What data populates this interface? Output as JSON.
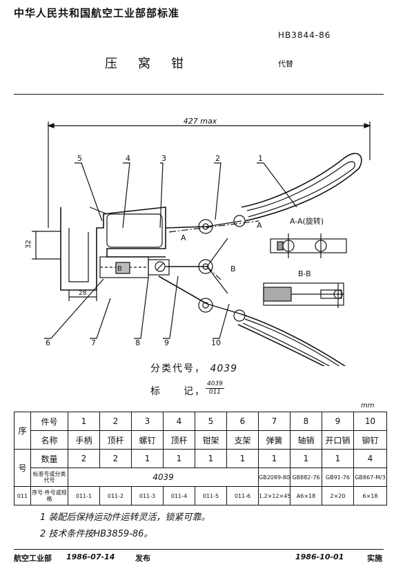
{
  "header": {
    "title": "中华人民共和国航空工业部部标准",
    "code": "HB3844-86",
    "name": "压窝钳",
    "replaces": "代替"
  },
  "drawing": {
    "overall_dim": "427 max",
    "dim_32": "32",
    "dim_28": "28",
    "section_A_left": "A",
    "section_A_right": "A",
    "section_B": "B",
    "section_B_label": "B",
    "view_AA": "A-A(旋转)",
    "view_BB": "B-B",
    "callouts_top": [
      "5",
      "4",
      "3",
      "2",
      "1"
    ],
    "callouts_bottom": [
      "6",
      "7",
      "8",
      "9",
      "10"
    ]
  },
  "classification": {
    "code_label": "分类代号",
    "code_value": "4039",
    "marking_label": "标　　记",
    "marking_num": "4039",
    "marking_den": "011"
  },
  "unit": "mm",
  "table": {
    "col_seq_label": "序",
    "col_no_label": "号",
    "row_part_no": "件号",
    "row_name": "名称",
    "row_qty": "数量",
    "row_std": "标准号或分类代号",
    "row_seq_no": "011",
    "row_seq_label": "序号·件号或规格",
    "part_numbers": [
      "1",
      "2",
      "3",
      "4",
      "5",
      "6",
      "7",
      "8",
      "9",
      "10"
    ],
    "names": [
      "手柄",
      "顶杆",
      "螺钉",
      "顶杆",
      "钳架",
      "支架",
      "弹簧",
      "轴销",
      "开口销",
      "铆钉"
    ],
    "quantities": [
      "2",
      "2",
      "1",
      "1",
      "1",
      "1",
      "1",
      "1",
      "1",
      "4"
    ],
    "std_shared": "4039",
    "std_codes": [
      "GB2089-80",
      "GB882-76",
      "GB91-76",
      "GB867-M/3"
    ],
    "specs": [
      "011-1",
      "011-2",
      "011-3",
      "011-4",
      "011-5",
      "011-6",
      "1.2×12×45",
      "A6×18",
      "2×20",
      "6×18"
    ]
  },
  "notes": [
    "1 装配后保持运动件运转灵活，锁紧可靠。",
    "2 技术条件按HB3859-86。"
  ],
  "footer": {
    "issuer": "航空工业部",
    "issue_date": "1986-07-14",
    "issue_label": "发布",
    "effective_date": "1986-10-01",
    "effective_label": "实施"
  }
}
